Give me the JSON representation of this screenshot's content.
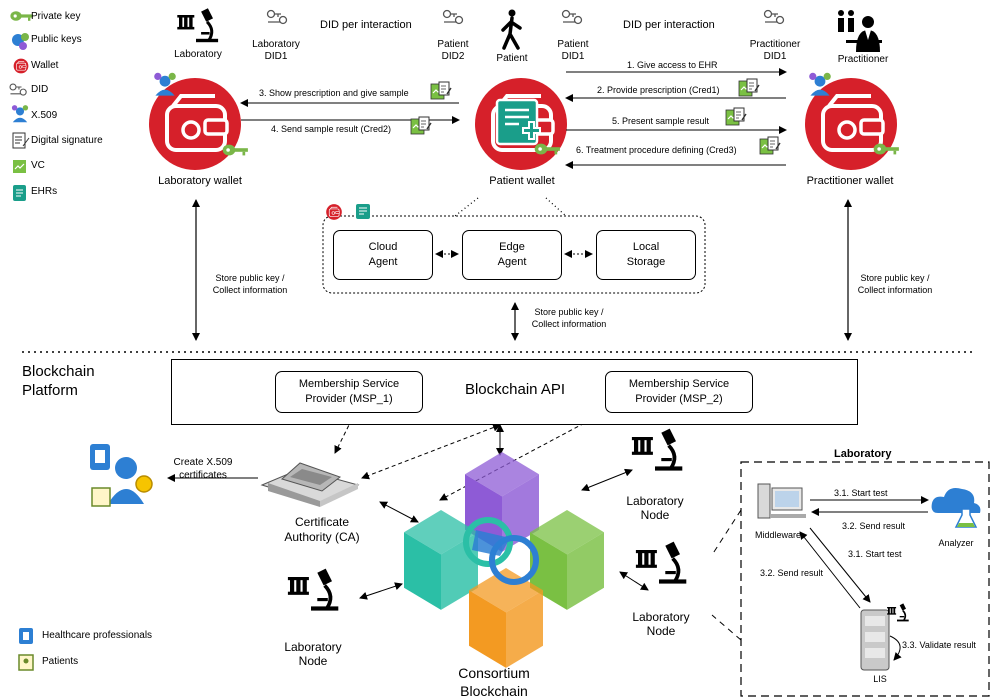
{
  "legend": {
    "private_key": "Private key",
    "public_keys": "Public keys",
    "wallet": "Wallet",
    "did": "DID",
    "x509": "X.509",
    "digital_signature": "Digital signature",
    "vc": "VC",
    "ehrs": "EHRs",
    "healthcare_professionals": "Healthcare professionals",
    "patients": "Patients"
  },
  "actors": {
    "laboratory": "Laboratory",
    "patient": "Patient",
    "practitioner": "Practitioner"
  },
  "dids": {
    "lab_did1_line1": "Laboratory",
    "lab_did1_line2": "DID1",
    "patient_did2_line1": "Patient",
    "patient_did2_line2": "DID2",
    "patient_did1_line1": "Patient",
    "patient_did1_line2": "DID1",
    "pract_did1_line1": "Practitioner",
    "pract_did1_line2": "DID1",
    "did_per_interaction_left": "DID per interaction",
    "did_per_interaction_right": "DID per interaction"
  },
  "wallets": {
    "laboratory": "Laboratory wallet",
    "patient": "Patient wallet",
    "practitioner": "Practitioner wallet"
  },
  "messages": {
    "m1": "1. Give access to EHR",
    "m2": "2. Provide prescription (Cred1)",
    "m3": "3. Show prescription and give sample",
    "m4": "4. Send sample result (Cred2)",
    "m5": "5. Present sample result",
    "m6": "6. Treatment procedure defining (Cred3)"
  },
  "agents": {
    "cloud_l1": "Cloud",
    "cloud_l2": "Agent",
    "edge_l1": "Edge",
    "edge_l2": "Agent",
    "local_l1": "Local",
    "local_l2": "Storage"
  },
  "store": {
    "left_l1": "Store public key /",
    "left_l2": "Collect information",
    "mid_l1": "Store public key /",
    "mid_l2": "Collect information",
    "right_l1": "Store public key /",
    "right_l2": "Collect information"
  },
  "blockchain": {
    "platform_l1": "Blockchain",
    "platform_l2": "Platform",
    "api": "Blockchain API",
    "msp1_l1": "Membership Service",
    "msp1_l2": "Provider (MSP_1)",
    "msp2_l1": "Membership Service",
    "msp2_l2": "Provider (MSP_2)",
    "create_x509_l1": "Create X.509",
    "create_x509_l2": "certificates",
    "ca_l1": "Certificate",
    "ca_l2": "Authority (CA)",
    "consortium_l1": "Consortium",
    "consortium_l2": "Blockchain"
  },
  "nodes": {
    "node_a_l1": "Laboratory",
    "node_a_l2": "Node",
    "node_b_l1": "Laboratory",
    "node_b_l2": "Node",
    "node_c_l1": "Laboratory",
    "node_c_l2": "Node"
  },
  "lab_panel": {
    "title": "Laboratory",
    "middleware": "Middleware",
    "analyzer": "Analyzer",
    "lis": "LIS",
    "start_test_top": "3.1. Start test",
    "send_result_top": "3.2. Send result",
    "start_test_diag": "3.1. Start test",
    "send_result_diag": "3.2. Send result",
    "validate": "3.3. Validate result"
  },
  "colors": {
    "wallet_red": "#d6202a",
    "key_green": "#7ab648",
    "ehr_teal": "#1a9e8a",
    "cube_purple": "#8e5bd6",
    "cube_green": "#7ac043",
    "cube_teal": "#2bbfa6",
    "cube_orange": "#f39a22",
    "cube_blue": "#2d7fd3"
  }
}
